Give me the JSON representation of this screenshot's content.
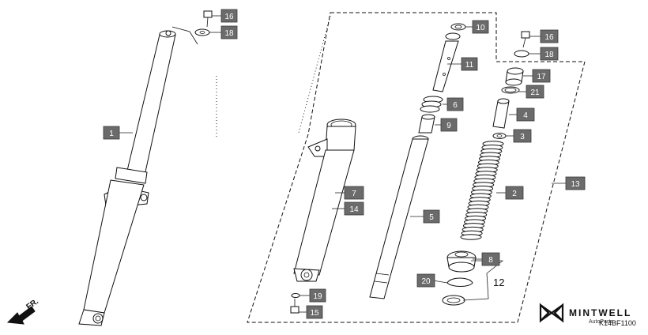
{
  "callouts": [
    {
      "id": "c16a",
      "label": "16"
    },
    {
      "id": "c18a",
      "label": "18"
    },
    {
      "id": "c1",
      "label": "1"
    },
    {
      "id": "c10",
      "label": "10"
    },
    {
      "id": "c11",
      "label": "11"
    },
    {
      "id": "c6",
      "label": "6"
    },
    {
      "id": "c9",
      "label": "9"
    },
    {
      "id": "c5",
      "label": "5"
    },
    {
      "id": "c7",
      "label": "7"
    },
    {
      "id": "c14",
      "label": "14"
    },
    {
      "id": "c19",
      "label": "19"
    },
    {
      "id": "c15",
      "label": "15"
    },
    {
      "id": "c16b",
      "label": "16"
    },
    {
      "id": "c18b",
      "label": "18"
    },
    {
      "id": "c17",
      "label": "17"
    },
    {
      "id": "c21",
      "label": "21"
    },
    {
      "id": "c4",
      "label": "4"
    },
    {
      "id": "c3",
      "label": "3"
    },
    {
      "id": "c2",
      "label": "2"
    },
    {
      "id": "c13",
      "label": "13"
    },
    {
      "id": "c8",
      "label": "8"
    },
    {
      "id": "c20",
      "label": "20"
    }
  ],
  "group_label": "12",
  "direction_label": "FR.",
  "brand": {
    "name": "MINTWELL",
    "subtitle": "AutoParts"
  },
  "diagram_code": "K14BF1100",
  "colors": {
    "callout_fill": "#6b6b6b",
    "line": "#111111",
    "background": "#ffffff"
  }
}
